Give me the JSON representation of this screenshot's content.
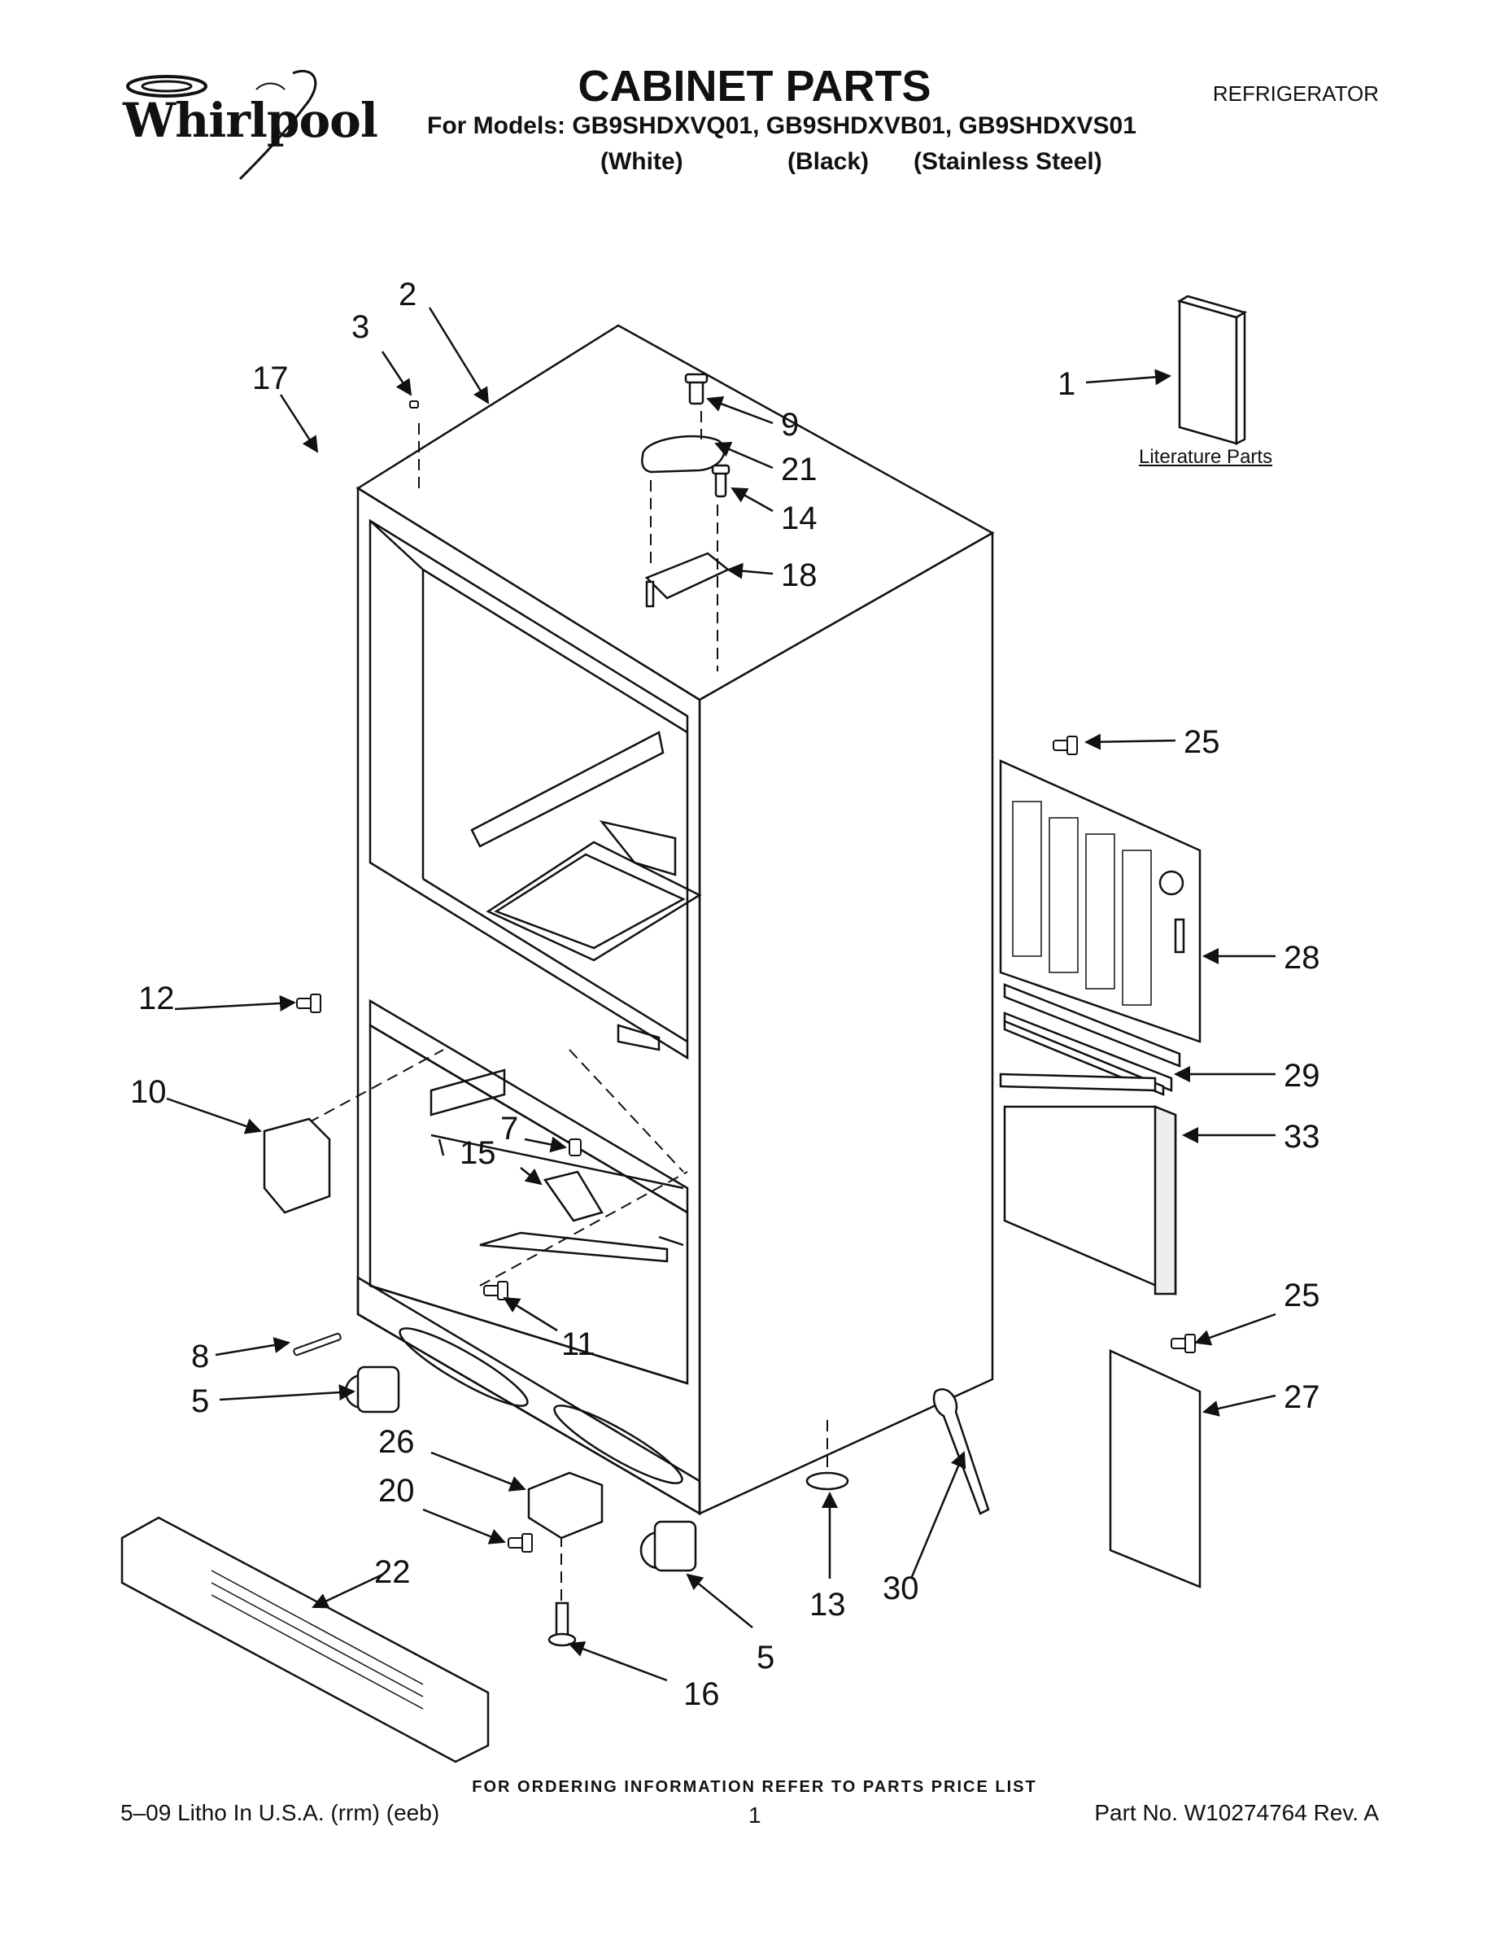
{
  "header": {
    "brand": "Whirlpool",
    "title": "CABINET PARTS",
    "doc_type": "REFRIGERATOR",
    "models": "For Models: GB9SHDXVQ01, GB9SHDXVB01, GB9SHDXVS01",
    "colors": [
      "(White)",
      "(Black)",
      "(Stainless Steel)"
    ]
  },
  "diagram": {
    "literature_label": "Literature Parts",
    "callouts": [
      "1",
      "2",
      "3",
      "17",
      "9",
      "21",
      "14",
      "18",
      "25",
      "28",
      "12",
      "29",
      "10",
      "7",
      "15",
      "33",
      "11",
      "8",
      "5",
      "25",
      "27",
      "26",
      "20",
      "13",
      "30",
      "22",
      "5",
      "16"
    ]
  },
  "footer": {
    "ordering": "FOR ORDERING INFORMATION REFER TO PARTS PRICE LIST",
    "litho": "5–09 Litho In U.S.A. (rrm) (eeb)",
    "page": "1",
    "part_no": "Part No. W10274764 Rev. A"
  }
}
